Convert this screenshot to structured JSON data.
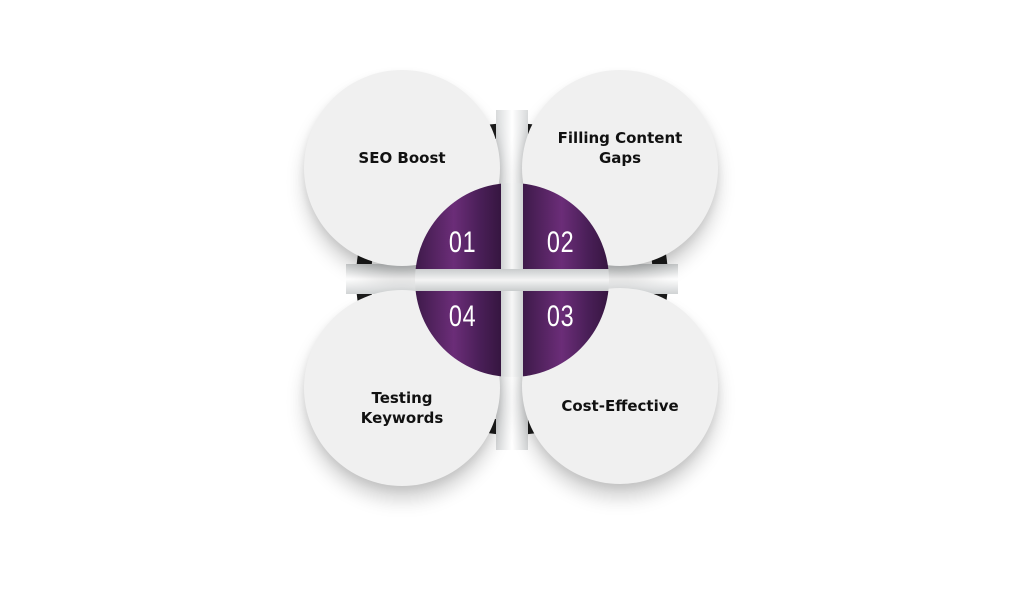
{
  "diagram": {
    "type": "four-quadrant-circle-infographic",
    "colors": {
      "accent_purple": "#5a2468",
      "circle_fill": "#f0f0f0",
      "ring": "#1c1c1c",
      "text": "#111111"
    },
    "items": [
      {
        "number": "01",
        "label": "SEO Boost",
        "position": "top-left"
      },
      {
        "number": "02",
        "label": "Filling Content Gaps",
        "label_lines": [
          "Filling Content",
          "Gaps"
        ],
        "position": "top-right"
      },
      {
        "number": "03",
        "label": "Cost-Effective",
        "position": "bottom-right"
      },
      {
        "number": "04",
        "label": "Testing Keywords",
        "label_lines": [
          "Testing",
          "Keywords"
        ],
        "position": "bottom-left"
      }
    ]
  }
}
